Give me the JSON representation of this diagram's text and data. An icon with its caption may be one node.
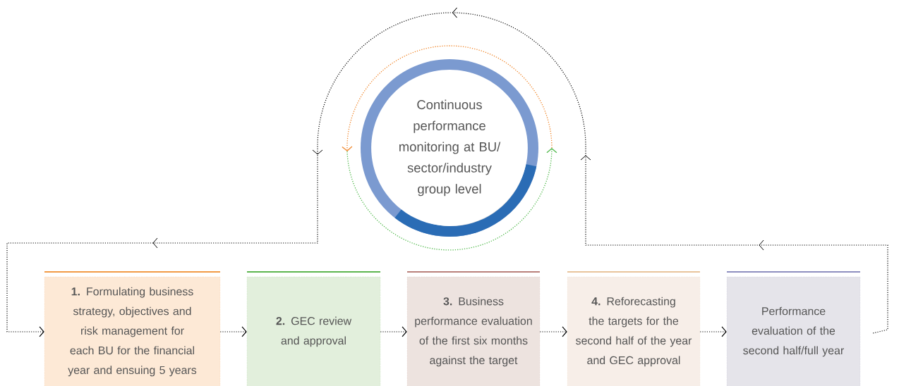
{
  "diagram": {
    "nodes": [
      {
        "text": [
          "Continuous performance monitoring at BU/ sector/industry group level"
        ]
      },
      {
        "text": [
          "**1.** Formulating business strategy, objectives and risk management for each BU for the financial year and ensuing 5 years"
        ]
      },
      {
        "text": [
          "**2.** GEC review and approval"
        ]
      },
      {
        "text": [
          "**3.** Business performance evaluation of the first six months against the target"
        ]
      },
      {
        "text": [
          "**4.** Reforecasting the targets for the second half of the year and GEC approval"
        ]
      },
      {
        "text": [
          "Performance evaluation of the second half/full year"
        ]
      }
    ],
    "edges": [
      {
        "from": 1,
        "to": 2,
        "arrow": "to"
      },
      {
        "from": 2,
        "to": 3,
        "arrow": "to"
      },
      {
        "from": 3,
        "to": 4,
        "arrow": "to"
      },
      {
        "from": 4,
        "to": 5,
        "arrow": "to"
      },
      {
        "from": 5,
        "to": 1,
        "arrow": "to"
      }
    ]
  }
}
